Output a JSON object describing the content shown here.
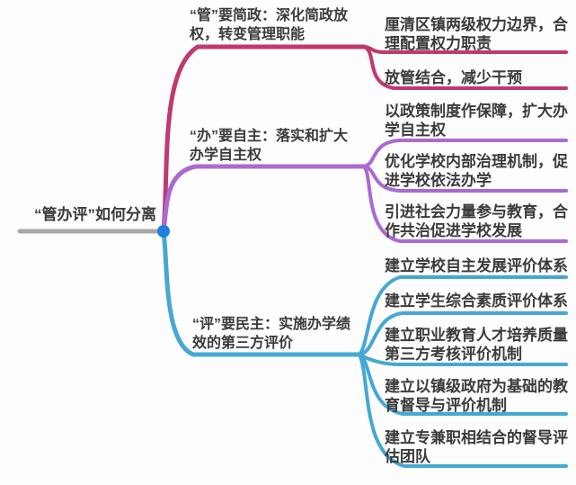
{
  "root": {
    "label": "“管办评”如何分离",
    "line_color": "#a9a9a9",
    "dot_color": "#2080e0"
  },
  "branches": [
    {
      "id": "guan",
      "label": "“管”要简政：深化简政放权，转变管理职能",
      "color": "#bf3a6e",
      "children": [
        {
          "label": "厘清区镇两级权力边界，合理配置权力职责"
        },
        {
          "label": "放管结合，减少干预"
        }
      ]
    },
    {
      "id": "ban",
      "label": "“办”要自主：落实和扩大办学自主权",
      "color": "#ab6ad0",
      "children": [
        {
          "label": "以政策制度作保障，扩大办学自主权"
        },
        {
          "label": "优化学校内部治理机制，促进学校依法办学"
        },
        {
          "label": "引进社会力量参与教育，合作共治促进学校发展"
        }
      ]
    },
    {
      "id": "ping",
      "label": "“评”要民主：实施办学绩效的第三方评价",
      "color": "#45a8d2",
      "children": [
        {
          "label": "建立学校自主发展评价体系"
        },
        {
          "label": "建立学生综合素质评价体系"
        },
        {
          "label": "建立职业教育人才培养质量第三方考核评价机制"
        },
        {
          "label": "建立以镇级政府为基础的教育督导与评价机制"
        },
        {
          "label": "建立专兼职相结合的督导评估团队"
        }
      ]
    }
  ]
}
